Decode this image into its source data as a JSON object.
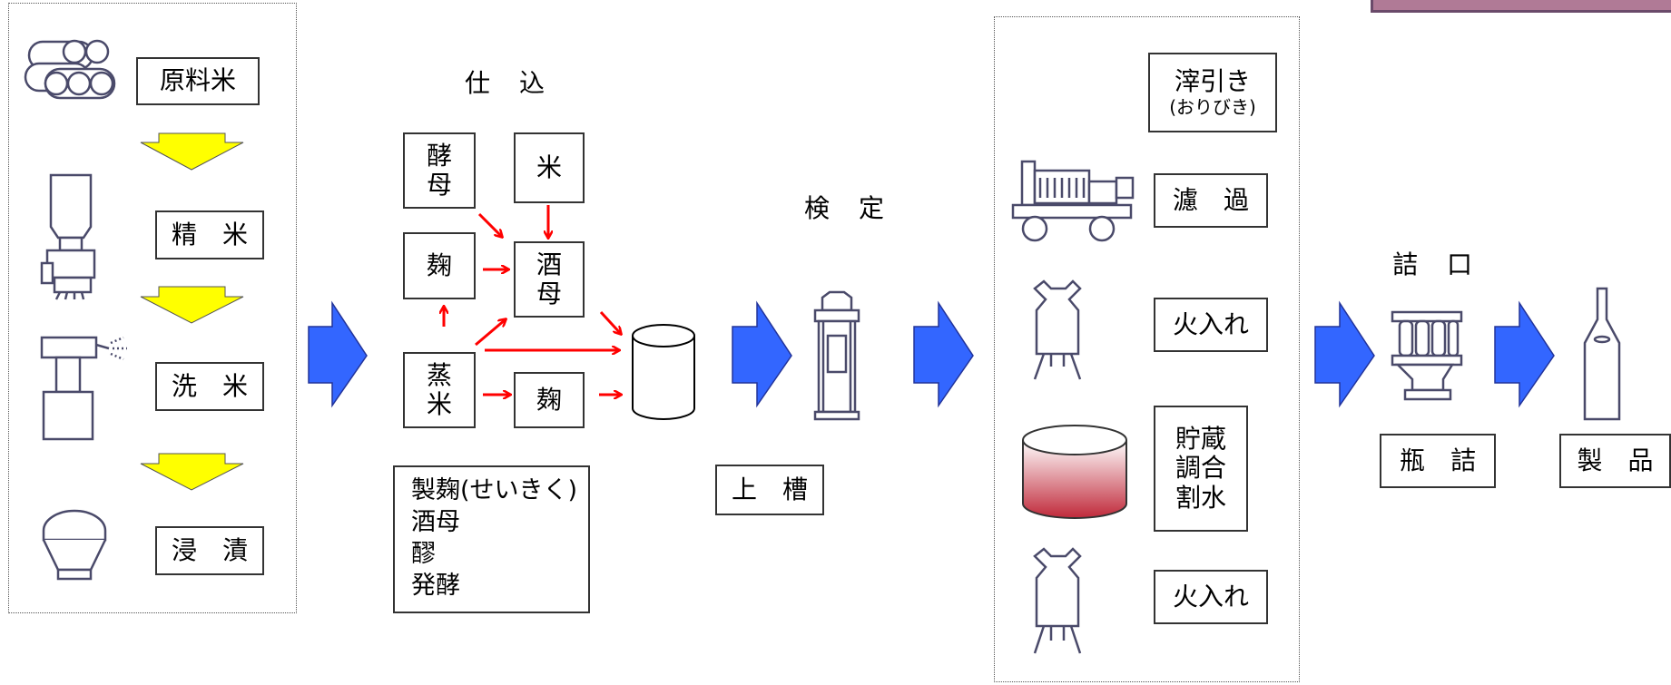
{
  "colors": {
    "red_arrow": "#ff0000",
    "blue_arrow": "#3366ff",
    "yellow_arrow": "#ffff00",
    "tank_red": "#c0293a",
    "device_outline": "#4a4a6a"
  },
  "left_panel": {
    "step1": "原料米",
    "step2": "精　米",
    "step3": "洗　米",
    "step4": "浸　漬"
  },
  "shikomi": {
    "title": "仕　込",
    "yeast": "酵母",
    "rice": "米",
    "koji_top": "麹",
    "shubo": "酒母",
    "steamed_rice": "蒸米",
    "koji_bottom": "麹",
    "notes": [
      "製麹(せいきく)",
      "酒母",
      "醪",
      "発酵"
    ]
  },
  "kentei": {
    "title": "検　定",
    "press": "上　槽"
  },
  "right_panel": {
    "ori_main": "滓引き",
    "ori_reading": "(おりびき)",
    "filter": "濾　過",
    "pasteurize1": "火入れ",
    "storage": [
      "貯蔵",
      "調合",
      "割水"
    ],
    "pasteurize2": "火入れ"
  },
  "bottling": {
    "title": "詰　口",
    "bottle_fill": "瓶　詰",
    "product": "製　品"
  },
  "icons": [
    "rice-bales-icon",
    "polishing-machine-icon",
    "washing-machine-icon",
    "soaking-vat-icon",
    "fermentation-tank-icon",
    "press-machine-icon",
    "filter-press-icon",
    "heater-icon",
    "storage-tank-icon",
    "bottling-machine-icon",
    "sake-bottle-icon"
  ]
}
